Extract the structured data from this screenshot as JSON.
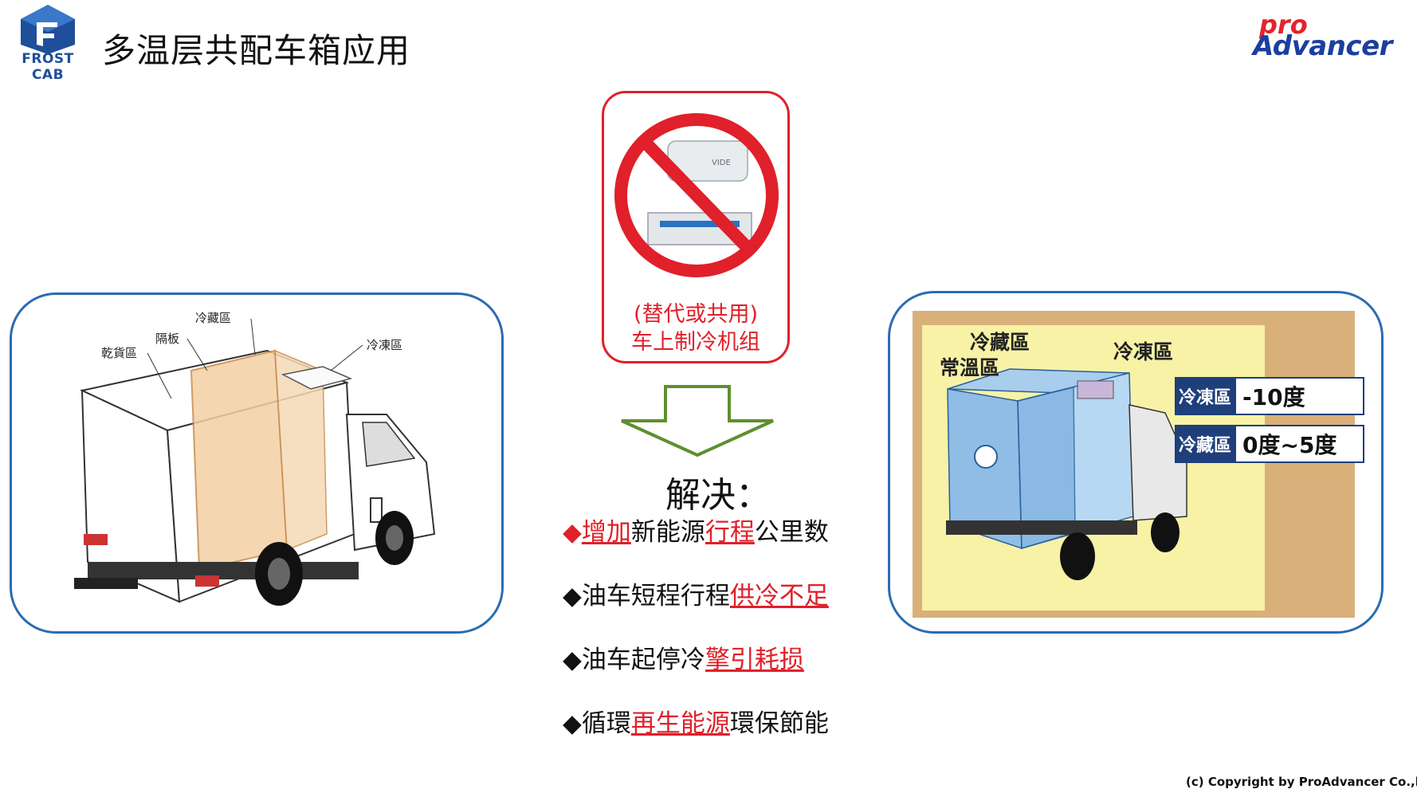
{
  "header": {
    "logo_text": "FROST CAB",
    "title": "多温层共配车箱应用",
    "brand_pro": "pro",
    "brand_name": "Advancer"
  },
  "left_figure": {
    "labels": [
      "冷藏區",
      "隔板",
      "乾貨區",
      "冷凍區"
    ]
  },
  "right_figure": {
    "labels": [
      "冷藏區",
      "常溫區",
      "冷凍區"
    ],
    "readouts": [
      {
        "zone": "冷凍區",
        "value": "-10度"
      },
      {
        "zone": "冷藏區",
        "value": "0度~5度"
      }
    ]
  },
  "center": {
    "ban_caption_1": "(替代或共用)",
    "ban_caption_2": "车上制冷机组",
    "solve_heading": "解决：",
    "bullets": [
      {
        "marker": "◆",
        "parts": [
          {
            "text": "增加",
            "style": "red-u"
          },
          {
            "text": "新能源",
            "style": ""
          },
          {
            "text": "行程",
            "style": "red-u"
          },
          {
            "text": "公里数",
            "style": ""
          }
        ],
        "marker_red": true
      },
      {
        "marker": "◆",
        "parts": [
          {
            "text": "油车短程行程",
            "style": ""
          },
          {
            "text": "供冷不足",
            "style": "red-u"
          }
        ],
        "marker_red": false
      },
      {
        "marker": "◆",
        "parts": [
          {
            "text": "油车起停冷",
            "style": ""
          },
          {
            "text": "擎引耗损",
            "style": "red-u"
          }
        ],
        "marker_red": false
      },
      {
        "marker": "◆",
        "parts": [
          {
            "text": "循環",
            "style": ""
          },
          {
            "text": "再生能源",
            "style": "red-u"
          },
          {
            "text": "環保節能",
            "style": ""
          }
        ],
        "marker_red": false
      }
    ]
  },
  "footer": {
    "copyright": "(c) Copyright by  ProAdvancer Co.,ltd."
  },
  "colors": {
    "panel_border": "#2c6bb3",
    "ban_red": "#e0202a",
    "arrow_green": "#5f8f2f",
    "brand_blue": "#1b3fa0"
  }
}
